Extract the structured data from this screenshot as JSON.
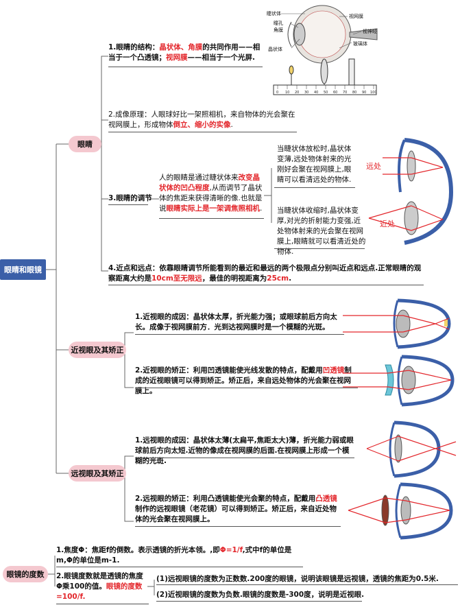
{
  "root": {
    "label": "眼睛和眼镜"
  },
  "eye": {
    "label": "眼睛",
    "structure": {
      "p1": "1.眼睛的结构：",
      "r1": "晶状体、角膜",
      "p2": "的共同作用——相当于一个凸透镜；",
      "r2": "视网膜",
      "p3": "——相当于一个光屏."
    },
    "diagram_labels": {
      "lens": "睫状体",
      "pupil": "瞳孔",
      "cornea": "角膜",
      "crystal": "晶状体",
      "retina": "视网膜",
      "nerve": "视神经",
      "vitreous": "玻璃体"
    },
    "ruler_ticks": [
      "0",
      "10",
      "20",
      "30",
      "40",
      "50",
      "60",
      "70",
      "80",
      "90",
      "100"
    ],
    "imaging": {
      "p1": "2.成像原理：人眼球好比一架照相机，来自物体的光会聚在视网膜上，形成物体",
      "r1": "倒立、缩小的实像",
      "p2": "."
    },
    "adjust": {
      "title": "3.眼睛的调节",
      "desc_p1": "人的眼睛是通过睫状体来",
      "desc_r1": "改变晶状体的凹凸程度",
      "desc_p2": ",从而调节了晶状体的焦距来获得清晰的像.也就是说",
      "desc_r2": "眼睛实际上是一架调焦照相机",
      "desc_p3": ".",
      "far_text": "当睫状体放松时,晶状体变薄,远处物体射来的光刚好会聚在视网膜上,眼睛可以看清远处的物体.",
      "far_label": "远处",
      "near_text": "当睫状体收缩时,晶状体变厚,对光的折射能力变强,近处物体射来的光会聚在视网膜上,眼睛就可以看清近处的物体.",
      "near_label": "近处"
    },
    "points": {
      "p1": "4.近点和远点：依靠眼睛调节所能看到的最近和最远的两个极限点分别叫近点和远点.正常眼睛的观察距离大约是",
      "r1": "10cm至无限远",
      "p2": "，最佳的明视距离为",
      "r2": "25cm",
      "p3": "."
    }
  },
  "myopia": {
    "label": "近视眼及其矫正",
    "cause": "1.近视眼的成因：晶状体太厚，折光能力强；或眼球前后方向太长。成像于视网膜前方．光到达视网膜时是一个模糊的光斑。",
    "fix_p1": "2.近视眼的矫正：利用凹透镜能使光线发散的特点，配戴用",
    "fix_r1": "凹透镜",
    "fix_p2": "制成的近视眼镜可以得到矫正。矫正后，来自远处物体的光会聚在视网膜上。"
  },
  "hyperopia": {
    "label": "远视眼及其矫正",
    "cause": "1.远视眼的成因：晶状体太薄(太扁平,焦距太大)薄，折光能力弱或眼球前后方向太短.近物的像成在视网膜的后面.在视网膜上形成一个模糊的光斑.",
    "fix_p1": "2.远视眼的矫正：利用凸透镜能使光会聚的特点，配戴用",
    "fix_r1": "凸透镜",
    "fix_p2": "制作的远视眼镜（老花镜）可以得到矫正。矫正后，来自近处物体的光会聚在视网膜上。"
  },
  "degree": {
    "label": "眼镜的度数",
    "focal_p1": "1.焦度Φ：焦距f的倒数。表示透镜的折光本领。,即",
    "focal_r1": "Φ=1/f",
    "focal_p2": ",式中f的单位是m,Φ的单位是m-1.",
    "def_p1": "2.眼镜度数就是透镜的焦度Φ乘100的值。",
    "def_r1": "眼镜的度数=100/f.",
    "ex1": "(1)远视眼镜的度数为正数数.200度的眼镜，说明该眼镜是远视镜，透镜的焦距为0.5米.",
    "ex2": "(2)近视眼镜的度数为负数.眼镜的度数是-300度，说明是近视眼."
  },
  "colors": {
    "root": "#3b5fa8",
    "pill": "#f4c8cf",
    "red": "#e3262b",
    "ray": "#e3262b"
  }
}
